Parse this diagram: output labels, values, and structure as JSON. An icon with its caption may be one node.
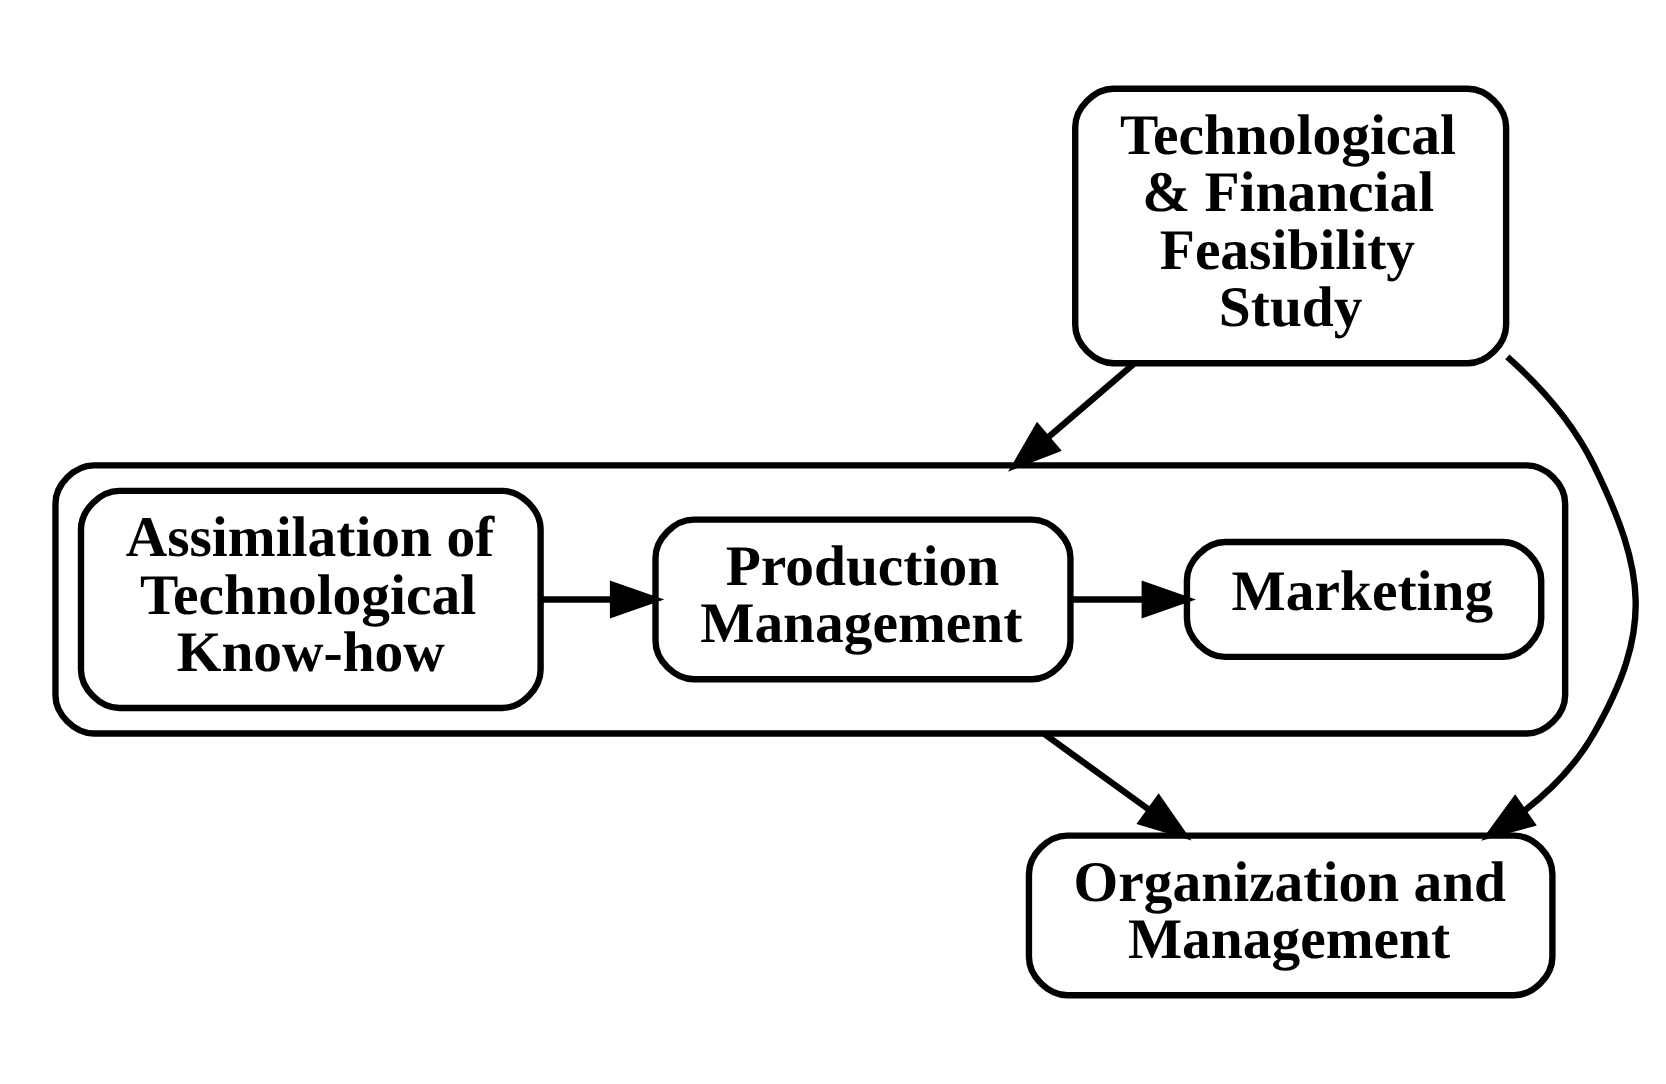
{
  "diagram": {
    "nodes": [
      {
        "text": [
          "Technological & Financial Feasibility Study"
        ]
      },
      {
        "text": [],
        "shape": "box"
      },
      {
        "text": [
          "Assimilation of Technological Know-how"
        ],
        "in": 1
      },
      {
        "text": [
          "Production Management"
        ],
        "in": 1
      },
      {
        "text": [
          "Marketing"
        ],
        "in": 1
      },
      {
        "text": [
          "Organization and Management"
        ]
      }
    ],
    "edges": [
      {
        "from": 0,
        "to": 1,
        "arrow": "to"
      },
      {
        "from": 2,
        "to": 3,
        "arrow": "to"
      },
      {
        "from": 3,
        "to": 4,
        "arrow": "to"
      },
      {
        "from": 1,
        "to": 5,
        "arrow": "to"
      },
      {
        "from": 0,
        "to": 5,
        "arrow": "to"
      }
    ]
  }
}
